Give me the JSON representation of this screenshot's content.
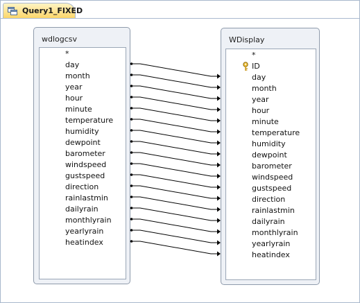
{
  "tab": {
    "label": "Query1_FIXED"
  },
  "left_table": {
    "title": "wdlogcsv",
    "fields": [
      "*",
      "day",
      "month",
      "year",
      "hour",
      "minute",
      "temperature",
      "humidity",
      "dewpoint",
      "barometer",
      "windspeed",
      "gustspeed",
      "direction",
      "rainlastmin",
      "dailyrain",
      "monthlyrain",
      "yearlyrain",
      "heatindex"
    ]
  },
  "right_table": {
    "title": "WDisplay",
    "fields": [
      "*",
      "ID",
      "day",
      "month",
      "year",
      "hour",
      "minute",
      "temperature",
      "humidity",
      "dewpoint",
      "barometer",
      "windspeed",
      "gustspeed",
      "direction",
      "rainlastmin",
      "dailyrain",
      "monthlyrain",
      "yearlyrain",
      "heatindex"
    ],
    "key_field": "ID"
  },
  "join_lines": [
    [
      "day",
      "day"
    ],
    [
      "month",
      "month"
    ],
    [
      "year",
      "year"
    ],
    [
      "hour",
      "hour"
    ],
    [
      "minute",
      "minute"
    ],
    [
      "temperature",
      "temperature"
    ],
    [
      "humidity",
      "humidity"
    ],
    [
      "dewpoint",
      "dewpoint"
    ],
    [
      "barometer",
      "barometer"
    ],
    [
      "windspeed",
      "windspeed"
    ],
    [
      "gustspeed",
      "gustspeed"
    ],
    [
      "direction",
      "direction"
    ],
    [
      "rainlastmin",
      "rainlastmin"
    ],
    [
      "dailyrain",
      "dailyrain"
    ],
    [
      "monthlyrain",
      "monthlyrain"
    ],
    [
      "yearlyrain",
      "yearlyrain"
    ],
    [
      "heatindex",
      "heatindex"
    ]
  ]
}
